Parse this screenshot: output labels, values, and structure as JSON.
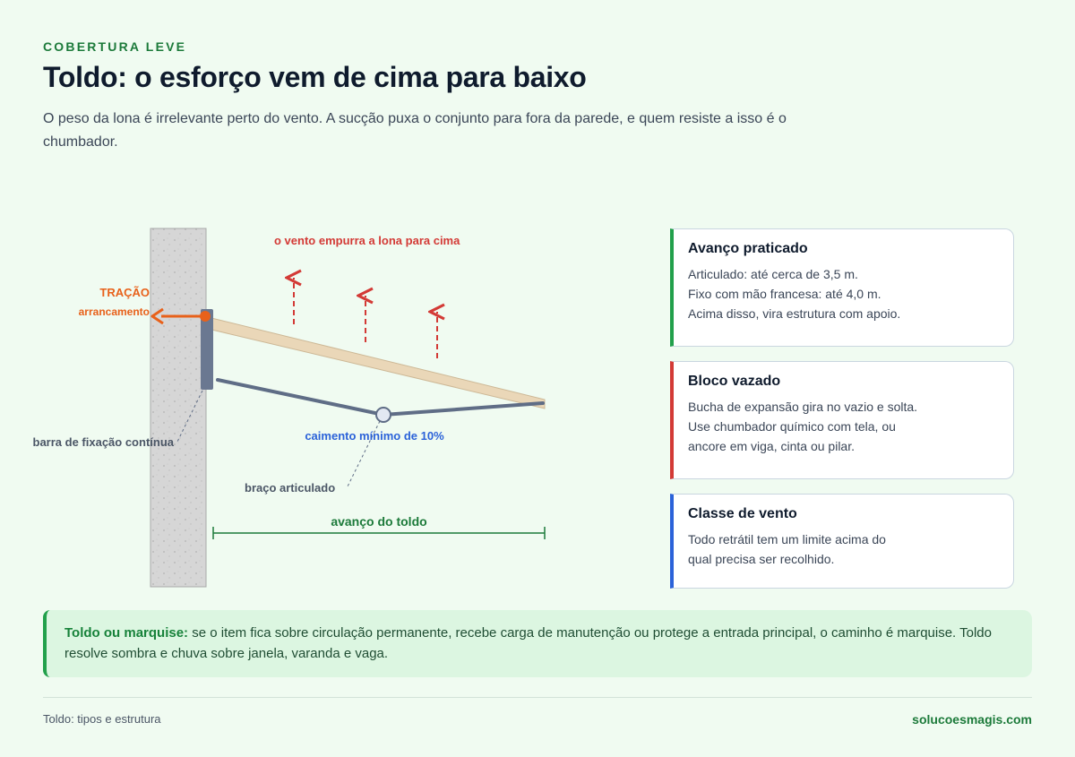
{
  "header": {
    "eyebrow": "COBERTURA LEVE",
    "title": "Toldo: o esforço vem de cima para baixo",
    "subtitle": "O peso da lona é irrelevante perto do vento. A sucção puxa o conjunto para fora da parede, e quem resiste a isso é o chumbador."
  },
  "diagram": {
    "wind_label": "o vento empurra a lona para cima",
    "tension_label": "TRAÇÃO",
    "pullout_label": "arrancamento",
    "bar_label": "barra de fixação contínua",
    "slope_label": "caimento mínimo de 10%",
    "arm_label": "braço articulado",
    "projection_label": "avanço do toldo"
  },
  "cards": [
    {
      "title": "Avanço praticado",
      "lines": [
        "Articulado: até cerca de 3,5 m.",
        "Fixo com mão francesa: até 4,0 m.",
        "Acima disso, vira estrutura com apoio."
      ],
      "accent": "#22a04b"
    },
    {
      "title": "Bloco vazado",
      "lines": [
        "Bucha de expansão gira no vazio e solta.",
        "Use chumbador químico com tela, ou",
        "ancore em viga, cinta ou pilar."
      ],
      "accent": "#d33a36"
    },
    {
      "title": "Classe de vento",
      "lines": [
        "Todo retrátil tem um limite acima do",
        "qual precisa ser recolhido."
      ],
      "accent": "#2b62d9"
    }
  ],
  "callout": {
    "lead": "Toldo ou marquise:",
    "text": " se o item fica sobre circulação permanente, recebe carga de manutenção ou protege a entrada principal, o caminho é marquise. Toldo resolve sombra e chuva sobre janela, varanda e vaga."
  },
  "footer": {
    "left": "Toldo: tipos e estrutura",
    "right": "solucoesmagis.com"
  },
  "colors": {
    "background": "#f0fbf1",
    "green": "#1c7a3a",
    "red": "#d33a36",
    "orange": "#e8611a",
    "blue": "#2b62d9",
    "steel": "#6a7891"
  }
}
